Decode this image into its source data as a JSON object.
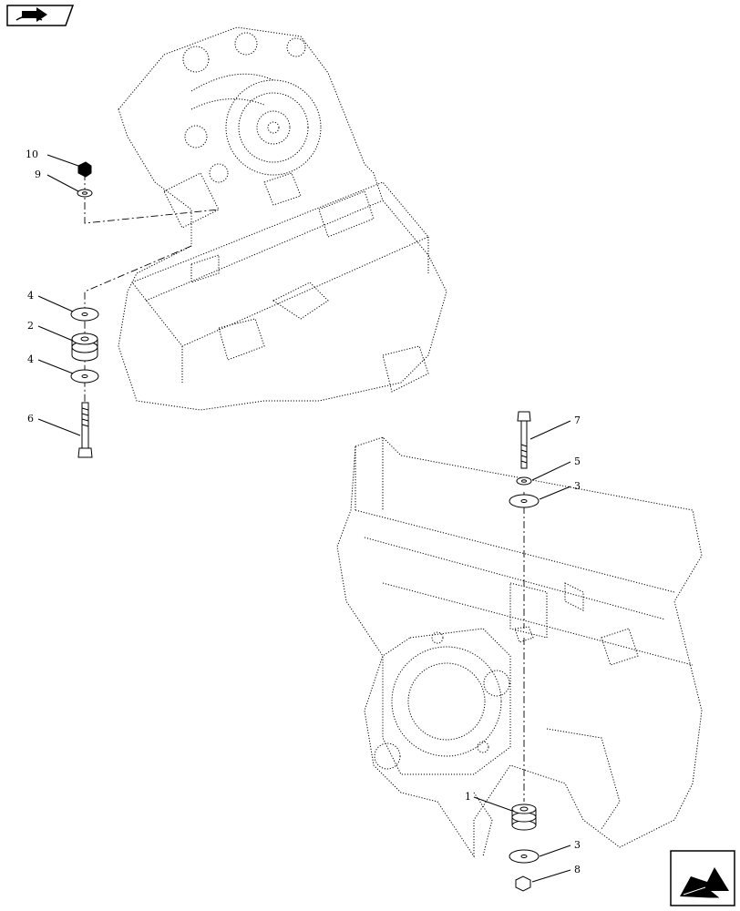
{
  "icons": {
    "top_left": "book-arrow-icon",
    "bottom_right": "next-page-arrow-icon"
  },
  "callouts": {
    "n10": "10",
    "n9": "9",
    "n4a": "4",
    "n2": "2",
    "n4b": "4",
    "n6": "6",
    "n7": "7",
    "n5": "5",
    "n3a": "3",
    "n1": "1",
    "n3b": "3",
    "n8": "8"
  }
}
